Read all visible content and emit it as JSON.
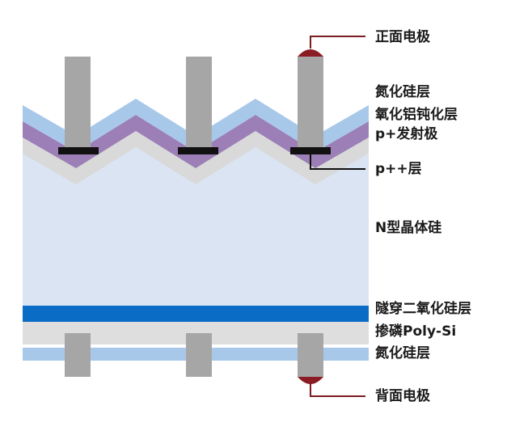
{
  "labels": {
    "front_electrode": "正面电极",
    "silicon_nitride_top": "氮化硅层",
    "alumina_passivation": "氧化铝钝化层",
    "p_emitter": "p+发射极",
    "p_plus_plus": "p++层",
    "n_silicon": "N型晶体硅",
    "tunnel_oxide": "隧穿二氧化硅层",
    "doped_polysi": "掺磷Poly-Si",
    "silicon_nitride_bottom": "氮化硅层",
    "back_electrode": "背面电极"
  },
  "colors": {
    "n_silicon": "#dbe4f3",
    "p_emitter": "#d9d9d9",
    "alumina": "#9b7fb6",
    "nitride": "#a8c8ea",
    "tunnel_oxide": "#0a6cc4",
    "polysi": "#dedede",
    "electrode": "#a6a6a6",
    "contact": "#111111",
    "electrode_tip": "#8b1c24",
    "leader": "#7a1c22"
  }
}
